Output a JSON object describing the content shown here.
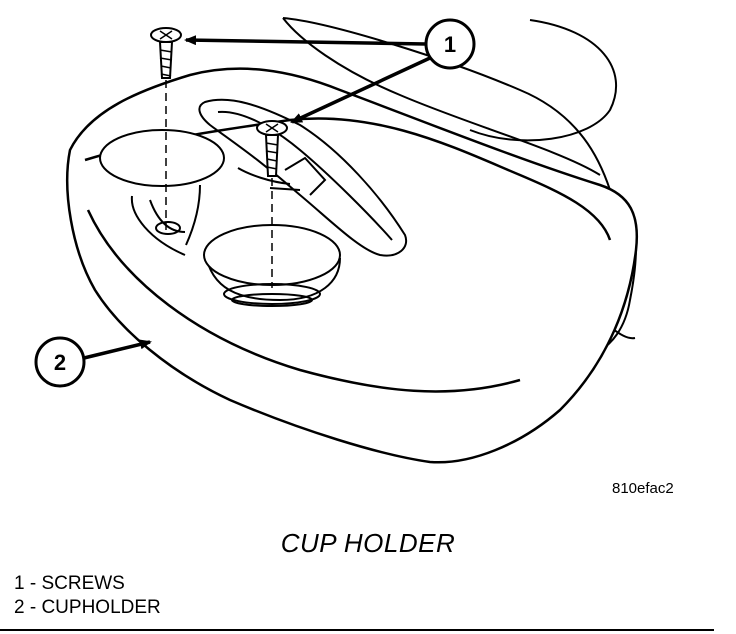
{
  "diagram": {
    "callouts": [
      {
        "number": "1",
        "label": "SCREWS"
      },
      {
        "number": "2",
        "label": "CUPHOLDER"
      }
    ],
    "figure_code": "810efac2",
    "caption": "CUP HOLDER",
    "legend": [
      "1 - SCREWS",
      "2 - CUPHOLDER"
    ]
  }
}
